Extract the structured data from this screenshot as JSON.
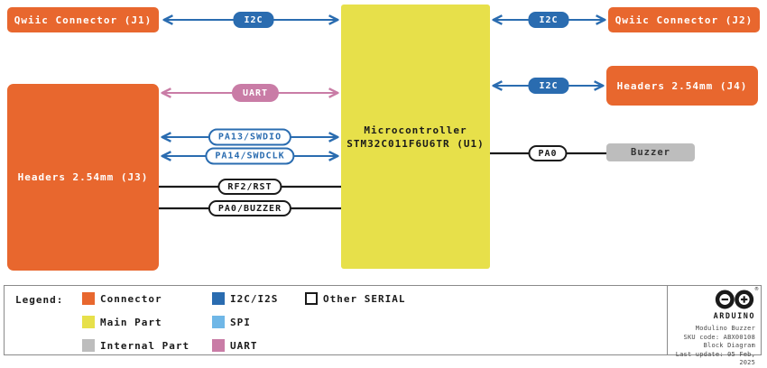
{
  "diagram": {
    "blocks": {
      "j1": {
        "label": "Qwiic Connector (J1)"
      },
      "j2": {
        "label": "Qwiic Connector (J2)"
      },
      "j3": {
        "label": "Headers 2.54mm (J3)"
      },
      "j4": {
        "label": "Headers 2.54mm (J4)"
      },
      "mcu": {
        "line1": "Microcontroller",
        "line2": "STM32C011F6U6TR (U1)"
      },
      "buzzer": {
        "label": "Buzzer"
      }
    },
    "labels": {
      "i2c_j1": "I2C",
      "i2c_j2": "I2C",
      "i2c_j4": "I2C",
      "uart": "UART",
      "swdio": "PA13/SWDIO",
      "swdclk": "PA14/SWDCLK",
      "reset": "RF2/RST",
      "pa0_buzzer": "PA0/BUZZER",
      "pa0": "PA0"
    }
  },
  "legend": {
    "title": "Legend:",
    "items": [
      {
        "label": "Connector",
        "color": "#E8672E"
      },
      {
        "label": "Main Part",
        "color": "#E7E04A"
      },
      {
        "label": "Internal Part",
        "color": "#BDBDBD"
      },
      {
        "label": "I2C/I2S",
        "color": "#2A6CB0"
      },
      {
        "label": "SPI",
        "color": "#6FB7E7"
      },
      {
        "label": "UART",
        "color": "#C97CA6"
      },
      {
        "label": "Other SERIAL",
        "color": "#FFFFFF"
      }
    ]
  },
  "footer": {
    "brand": "ARDUINO",
    "registered": "®",
    "product": "Modulino Buzzer",
    "sku": "SKU code: ABX00108",
    "doc_type": "Block Diagram",
    "last_update": "Last update: 05 Feb, 2025"
  },
  "colors": {
    "connector_orange": "#E8672E",
    "main_yellow": "#E7E04A",
    "internal_gray": "#BDBDBD",
    "i2c_blue": "#2A6CB0",
    "spi_blue": "#6FB7E7",
    "uart_pink": "#C97CA6",
    "wire_black": "#1A1A1A"
  }
}
